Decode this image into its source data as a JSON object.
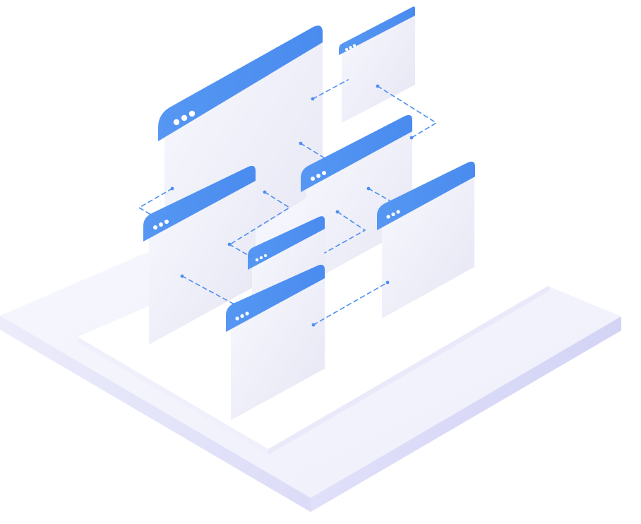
{
  "illustration": {
    "subject": "isometric-browser-windows-network",
    "colors": {
      "background": "#ffffff",
      "accent": "#4d8ff0",
      "accent_dark": "#3a7ae0",
      "accent_light": "#7ab2f7",
      "window_light": "#f6f6fd",
      "window_mid": "#ebebf7",
      "window_dark": "#e2e2f1",
      "platform_top": "#f3f3fd",
      "platform_side": "#e4e4fa",
      "platform_side_dark": "#d8d8f6",
      "connector": "#4d8ff0",
      "title_dot": "#ffffff"
    },
    "windows": [
      {
        "id": "large-top-left",
        "title_dots": 3
      },
      {
        "id": "small-top-right",
        "title_dots": 3
      },
      {
        "id": "middle-right",
        "title_dots": 3
      },
      {
        "id": "left",
        "title_dots": 3
      },
      {
        "id": "far-right",
        "title_dots": 3
      },
      {
        "id": "center-small",
        "title_dots": 3
      },
      {
        "id": "front",
        "title_dots": 3
      }
    ],
    "connectors": "dashed-arrows"
  }
}
